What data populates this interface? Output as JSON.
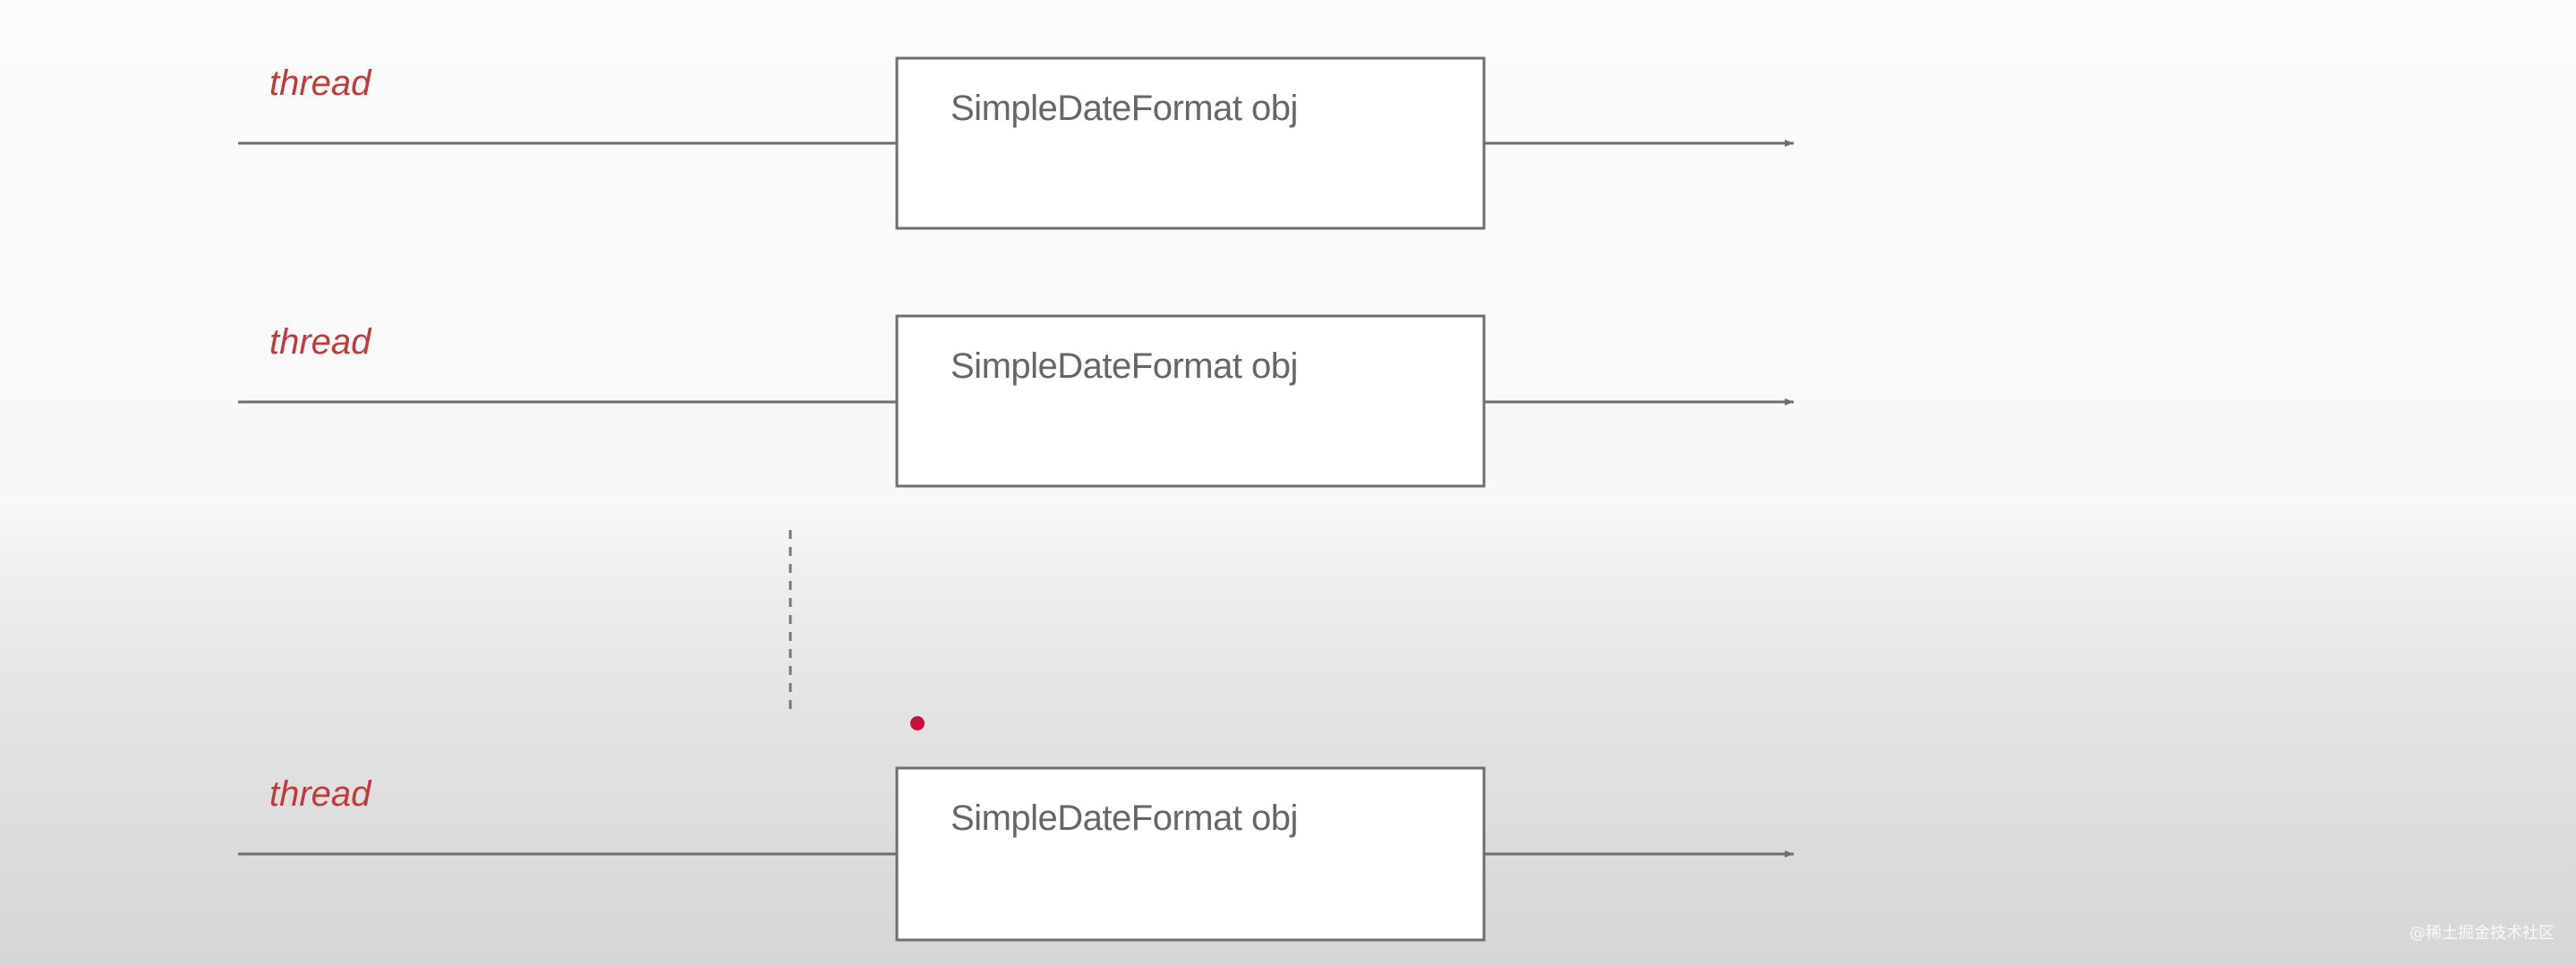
{
  "rows": [
    {
      "thread_label": "thread",
      "box_label": "SimpleDateFormat obj"
    },
    {
      "thread_label": "thread",
      "box_label": "SimpleDateFormat obj"
    },
    {
      "thread_label": "thread",
      "box_label": "SimpleDateFormat obj"
    }
  ],
  "watermark": "@稀土掘金技术社区",
  "colors": {
    "thread_label": "#c0393b",
    "line": "#6e6e6e",
    "box_border": "#6e6e6e",
    "box_text": "#666666",
    "pointer_dot": "#c8103e"
  }
}
